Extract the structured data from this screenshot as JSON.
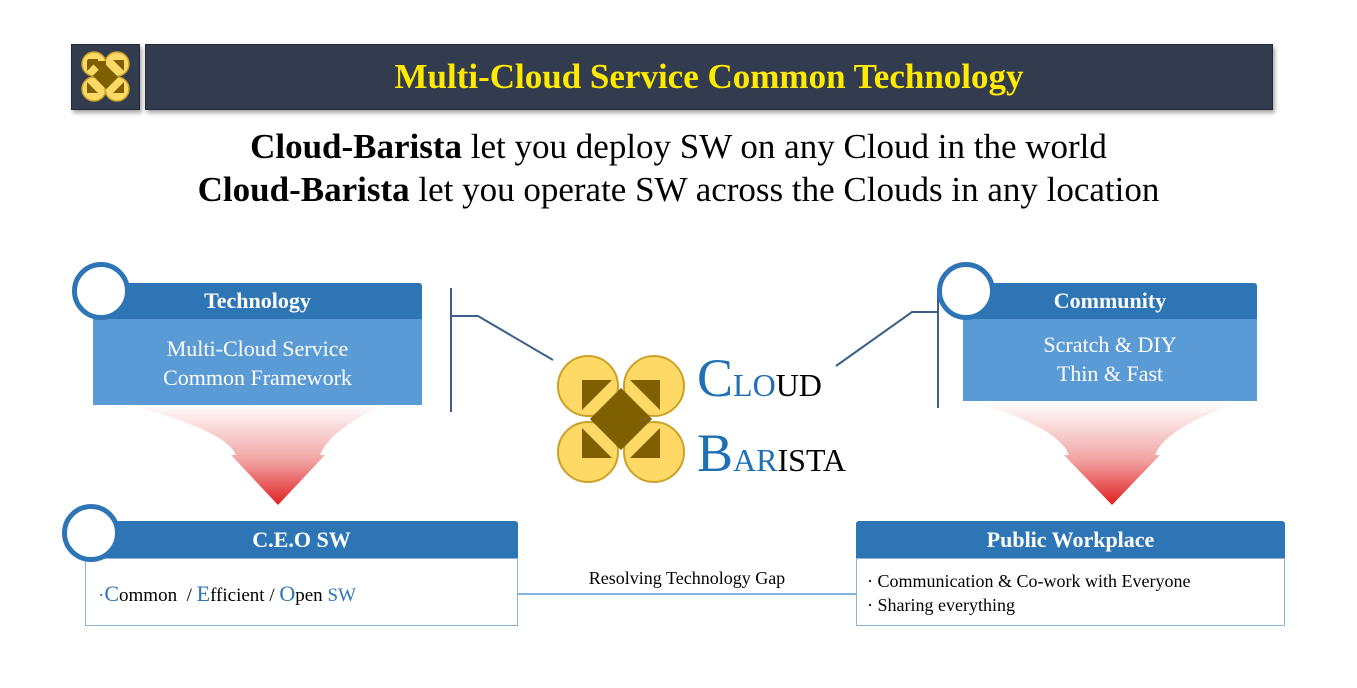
{
  "title": "Multi-Cloud Service Common Technology",
  "taglines": [
    {
      "bold": "Cloud-Barista",
      "rest": " let you deploy SW on any Cloud in the world"
    },
    {
      "bold": "Cloud-Barista",
      "rest": " let you operate SW across the Clouds in any location"
    }
  ],
  "technology": {
    "header": "Technology",
    "lines": [
      "Multi-Cloud Service",
      "Common Framework"
    ]
  },
  "community": {
    "header": "Community",
    "lines": [
      "Scratch & DIY",
      "Thin & Fast"
    ]
  },
  "ceo": {
    "header": "C.E.O SW",
    "bullet": "·",
    "c": "C",
    "ommon": "ommon  / ",
    "e": "E",
    "fficient": "fficient / ",
    "o": "O",
    "pen": "pen ",
    "sw": "SW"
  },
  "workplace": {
    "header": "Public Workplace",
    "items": [
      "· Communication & Co-work with Everyone",
      "· Sharing everything"
    ]
  },
  "gap_label": "Resolving Technology Gap",
  "logo": {
    "c": "C",
    "loud": "LOUD",
    "lo": "LO",
    "ba": "BA",
    "ar": "AR",
    "ista": "ISTA"
  },
  "colors": {
    "title_bg": "#333b4f",
    "title_text": "#ffea00",
    "header_blue": "#2e75b6",
    "body_blue": "#5b9bd5",
    "logo_yellow": "#ffd966",
    "logo_brown": "#7f6000"
  }
}
